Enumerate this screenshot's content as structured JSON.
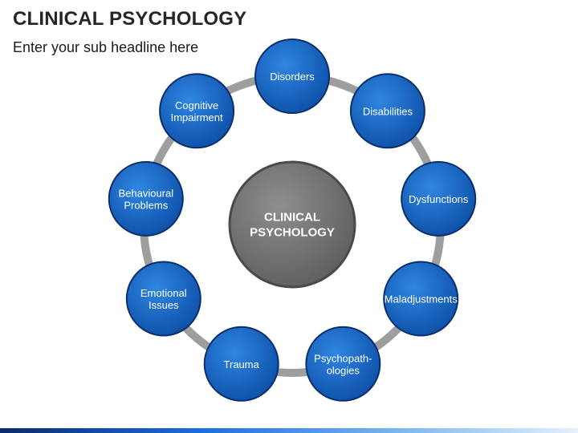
{
  "header": {
    "title": "CLINICAL PSYCHOLOGY",
    "subtitle": "Enter your sub headline here"
  },
  "center": {
    "lines": [
      "CLINICAL",
      "PSYCHOLOGY"
    ]
  },
  "nodes": [
    {
      "name": "node-disorders",
      "lines": [
        "Disorders"
      ]
    },
    {
      "name": "node-disabilities",
      "lines": [
        "Disabilities"
      ]
    },
    {
      "name": "node-dysfunctions",
      "lines": [
        "Dysfunctions"
      ]
    },
    {
      "name": "node-maladjustments",
      "lines": [
        "Maladjustments"
      ]
    },
    {
      "name": "node-psychopathologies",
      "lines": [
        "Psychopath-",
        "ologies"
      ]
    },
    {
      "name": "node-trauma",
      "lines": [
        "Trauma"
      ]
    },
    {
      "name": "node-emotional-issues",
      "lines": [
        "Emotional",
        "Issues"
      ]
    },
    {
      "name": "node-behavioural-problems",
      "lines": [
        "Behavioural",
        "Problems"
      ]
    },
    {
      "name": "node-cognitive-impairment",
      "lines": [
        "Cognitive",
        "Impairment"
      ]
    }
  ],
  "colors": {
    "node_fill": "#1565c0",
    "node_stroke": "#0b2f6b",
    "ring": "#9e9e9e",
    "center_fill": "#7a7a7a",
    "center_stroke": "#4a4a4a"
  }
}
